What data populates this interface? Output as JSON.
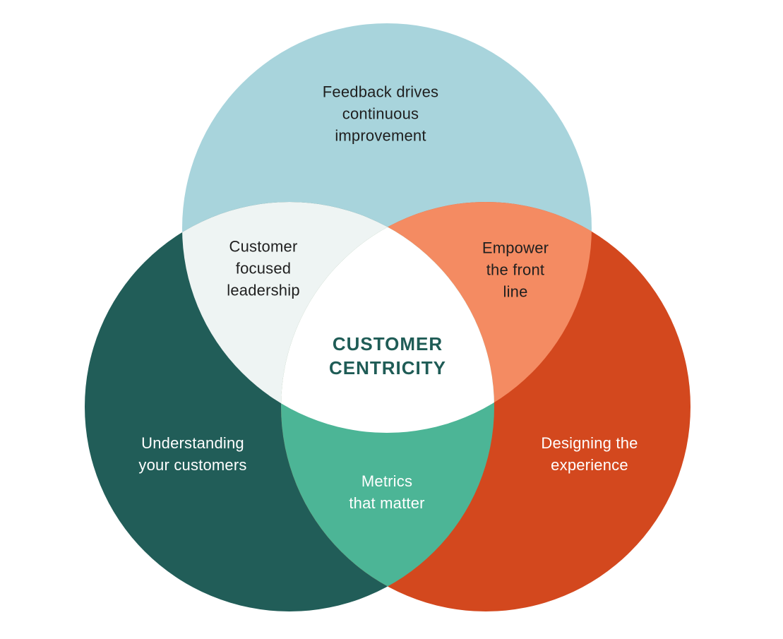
{
  "diagram": {
    "colors": {
      "top_circle": "#a8d4dc",
      "left_circle": "#215d58",
      "right_circle": "#d3481e",
      "top_left_overlap": "#eef4f3",
      "top_right_overlap": "#f48b62",
      "bottom_overlap": "#4cb596",
      "center": "#ffffff",
      "center_text": "#1f5c56"
    },
    "circles": {
      "top": {
        "lines": [
          "Feedback drives",
          "continuous",
          "improvement"
        ]
      },
      "left": {
        "lines": [
          "Understanding",
          "your customers"
        ]
      },
      "right": {
        "lines": [
          "Designing the",
          "experience"
        ]
      }
    },
    "overlaps": {
      "top_left": {
        "lines": [
          "Customer",
          "focused",
          "leadership"
        ]
      },
      "top_right": {
        "lines": [
          "Empower",
          "the front",
          "line"
        ]
      },
      "bottom": {
        "lines": [
          "Metrics",
          "that matter"
        ]
      }
    },
    "center": {
      "lines": [
        "CUSTOMER",
        "CENTRICITY"
      ]
    }
  }
}
